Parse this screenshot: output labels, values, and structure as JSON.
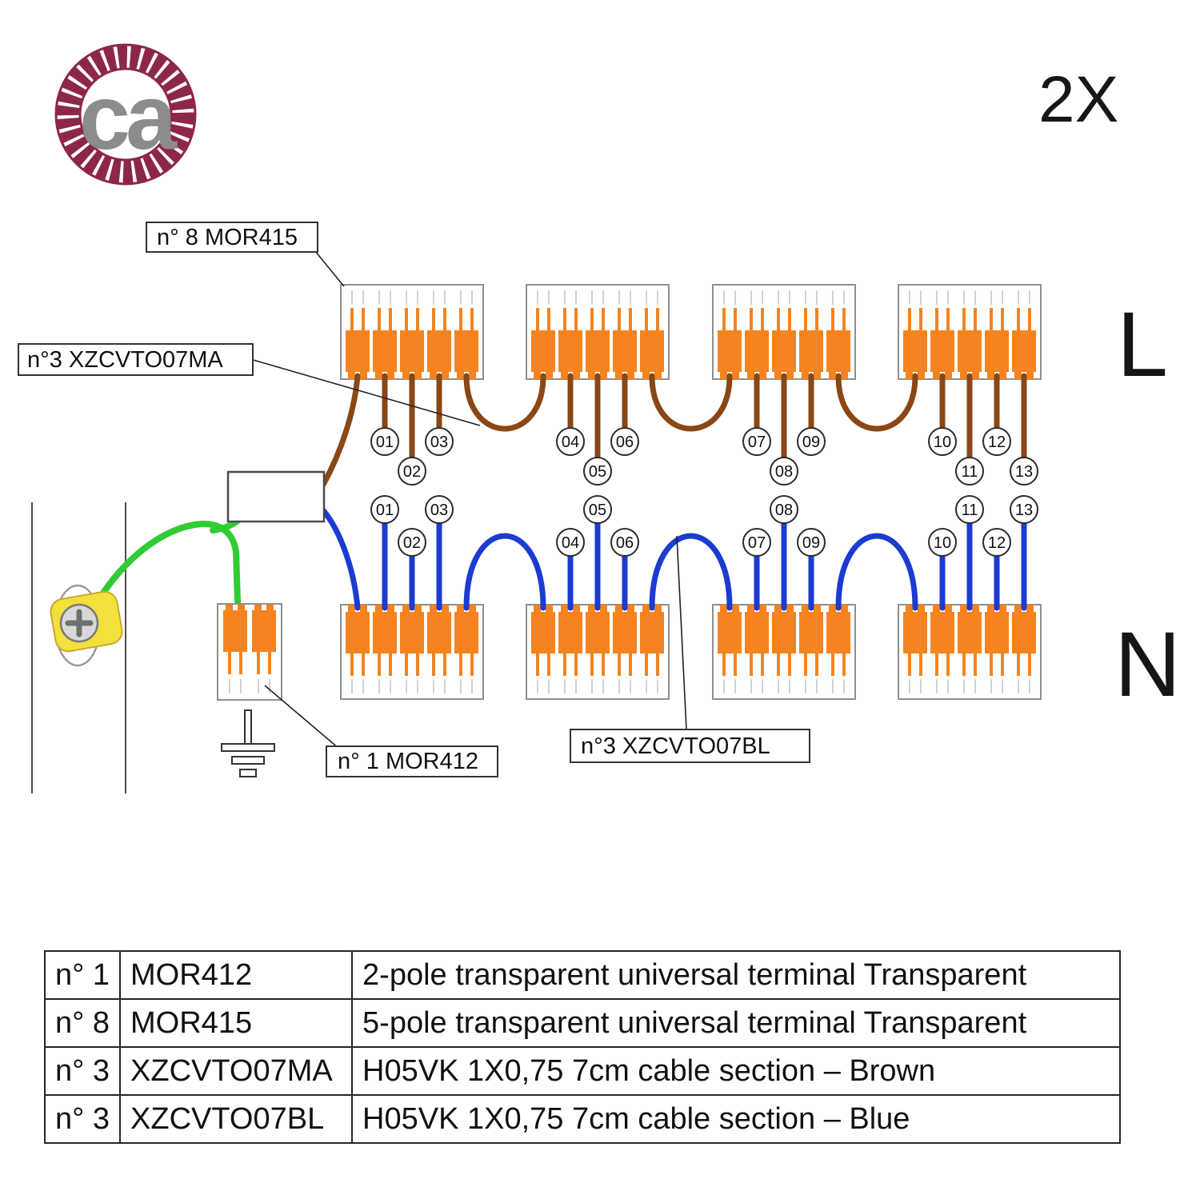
{
  "logo": {
    "text": "ca"
  },
  "header": {
    "quantity_label": "2X"
  },
  "diagram": {
    "labels": {
      "mor415": "n° 8 MOR415",
      "xzcvto07ma": "n°3 XZCVTO07MA",
      "mor412": "n° 1 MOR412",
      "xzcvto07bl": "n°3 XZCVTO07BL"
    },
    "lines": {
      "live": "L",
      "neutral": "N"
    },
    "top_wire_numbers": [
      "01",
      "02",
      "03",
      "04",
      "05",
      "06",
      "07",
      "08",
      "09",
      "10",
      "11",
      "12",
      "13"
    ],
    "bottom_wire_numbers": [
      "01",
      "02",
      "03",
      "04",
      "05",
      "06",
      "07",
      "08",
      "09",
      "10",
      "11",
      "12",
      "13"
    ],
    "colors": {
      "brown_wire": "#8a4716",
      "blue_wire": "#1b3bd1",
      "green_wire": "#2fcc33",
      "terminal_orange": "#f5831f",
      "ring_terminal_yellow": "#f2e13c",
      "logo_rope": "#8d2747"
    }
  },
  "table": {
    "rows": [
      {
        "qty": "n° 1",
        "code": "MOR412",
        "desc": "2-pole transparent universal terminal Transparent"
      },
      {
        "qty": "n° 8",
        "code": "MOR415",
        "desc": "5-pole transparent universal terminal Transparent"
      },
      {
        "qty": "n° 3",
        "code": "XZCVTO07MA",
        "desc": "H05VK 1X0,75 7cm cable section – Brown"
      },
      {
        "qty": "n° 3",
        "code": "XZCVTO07BL",
        "desc": "H05VK 1X0,75 7cm cable section – Blue"
      }
    ]
  }
}
